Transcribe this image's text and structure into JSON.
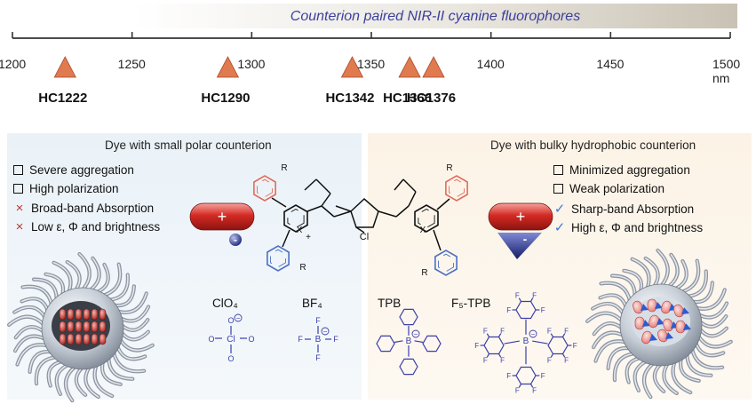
{
  "header": {
    "title": "Counterion paired NIR-II cyanine fluorophores",
    "ticks": [
      "1200",
      "1250",
      "1300",
      "1350",
      "1400",
      "1450",
      "1500 nm"
    ]
  },
  "dyes": [
    {
      "name": "HC1222",
      "wavelength": 1222
    },
    {
      "name": "HC1290",
      "wavelength": 1290
    },
    {
      "name": "HC1342",
      "wavelength": 1342
    },
    {
      "name": "HC1366",
      "wavelength": 1366
    },
    {
      "name": "HC1376",
      "wavelength": 1376
    }
  ],
  "left_panel": {
    "title": "Dye with small polar counterion",
    "props": [
      {
        "marker": "□",
        "text": "Severe aggregation"
      },
      {
        "marker": "□",
        "text": "High polarization"
      },
      {
        "marker": "×",
        "text": "Broad-band Absorption"
      },
      {
        "marker": "×",
        "text": "Low ε, Φ and brightness"
      }
    ],
    "ions": [
      "ClO₄",
      "BF₄"
    ]
  },
  "right_panel": {
    "title": "Dye with bulky hydrophobic counterion",
    "props": [
      {
        "marker": "□",
        "text": "Minimized aggregation"
      },
      {
        "marker": "□",
        "text": "Weak polarization"
      },
      {
        "marker": "✓",
        "text": "Sharp-band Absorption"
      },
      {
        "marker": "✓",
        "text": "High ε, Φ and brightness"
      }
    ],
    "ions": [
      "TPB",
      "F₅-TPB"
    ]
  },
  "structure": {
    "labels": [
      "R",
      "R",
      "R",
      "R",
      "X",
      "X",
      "Cl",
      "+"
    ]
  },
  "pill": {
    "plus": "+",
    "minus": "-"
  },
  "ion_atoms": {
    "clo4": [
      "Cl",
      "O",
      "O",
      "O",
      "O",
      "−"
    ],
    "bf4": [
      "B",
      "F",
      "F",
      "F",
      "F",
      "−"
    ],
    "tpb": [
      "B",
      "−"
    ],
    "f5tpb_center": [
      "B",
      "−"
    ],
    "f": "F"
  },
  "colors": {
    "title": "#3b3f9e",
    "marker_red": "#c0392b",
    "marker_blue": "#3a7bd5",
    "triangle": "#e07a4f",
    "ring_red": "#e06b5e",
    "ring_blue": "#4a6fc4",
    "ion": "#3b3fa8"
  }
}
